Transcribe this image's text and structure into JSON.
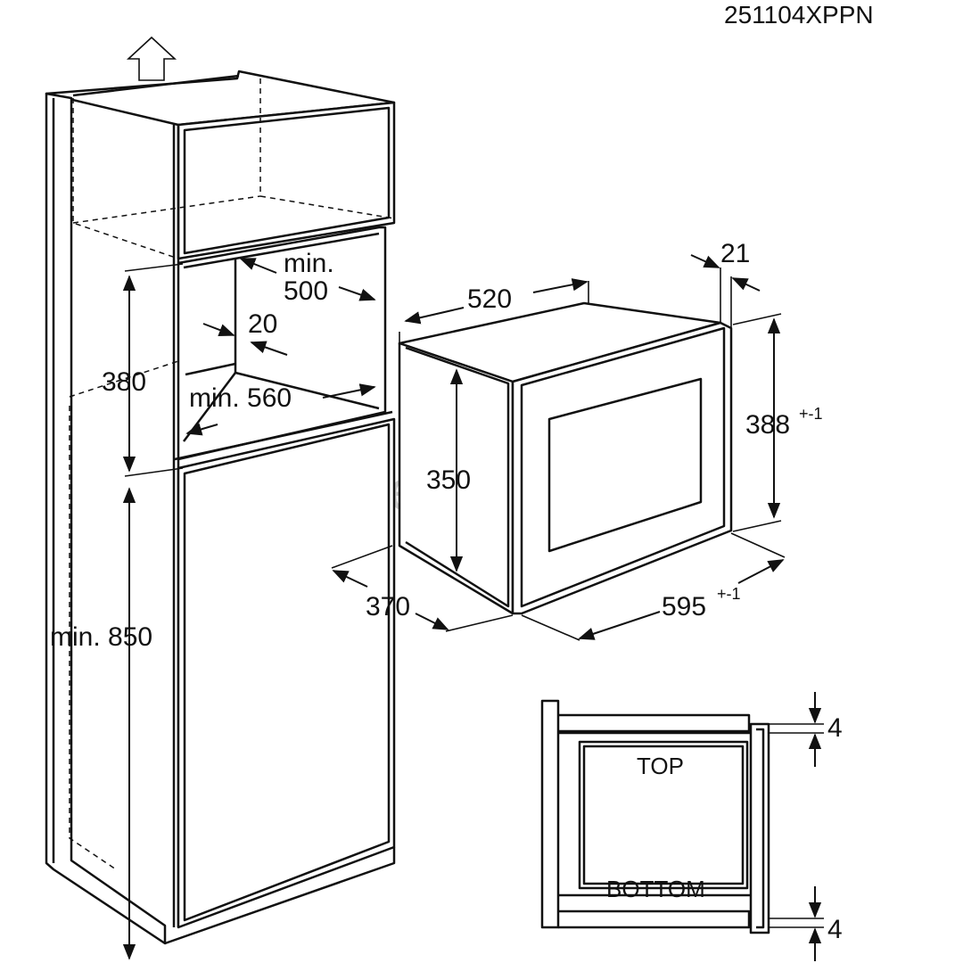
{
  "drawing_code": "251104XPPN",
  "watermark": {
    "text": "elesen",
    "badge": "ele",
    "color": "#cfcfcf"
  },
  "cabinet": {
    "gap_depth_value": "min.",
    "gap_depth_number": "500",
    "side_gap": "20",
    "niche_height": "380",
    "niche_width": "min. 560",
    "base_height": "min. 850"
  },
  "appliance": {
    "width_top": "520",
    "frame_depth": "21",
    "body_height": "350",
    "front_height": "388",
    "front_height_tol": "+-1",
    "body_depth": "370",
    "front_width": "595",
    "front_width_tol": "+-1"
  },
  "section": {
    "top_label": "TOP",
    "bottom_label": "BOTTOM",
    "top_gap": "4",
    "bottom_gap": "4"
  },
  "icons": {
    "arrow": "up-arrow-icon"
  }
}
